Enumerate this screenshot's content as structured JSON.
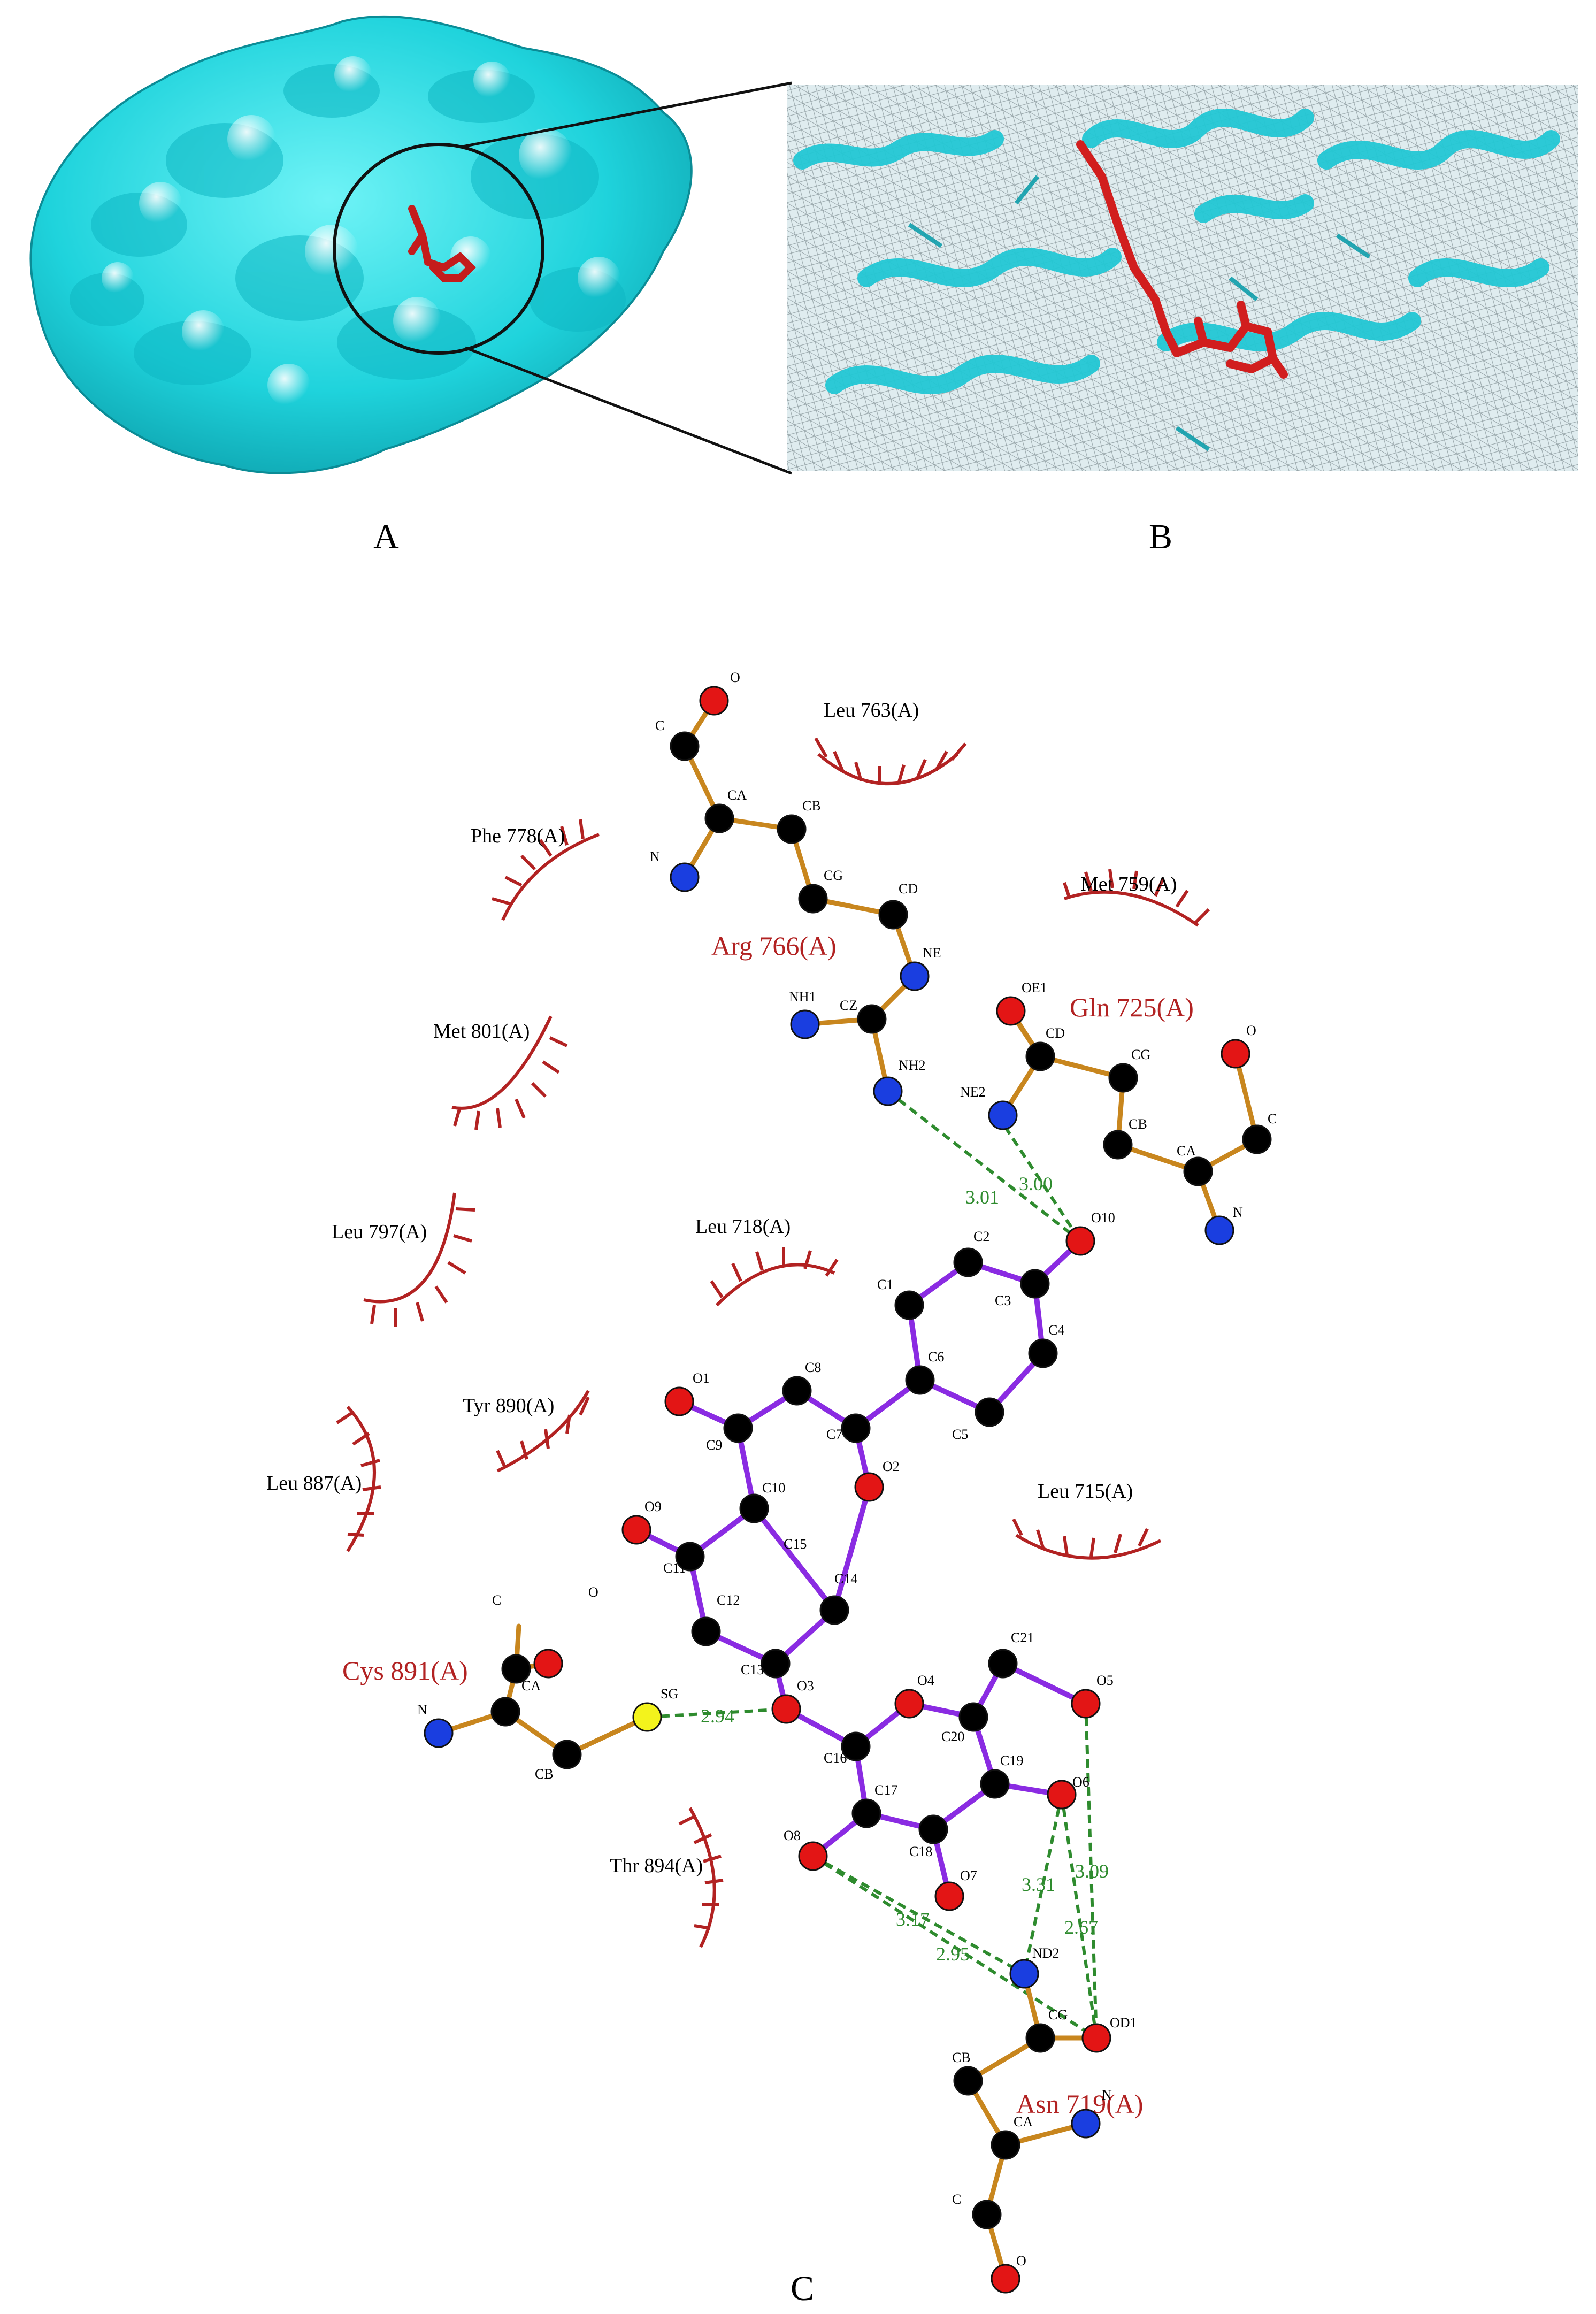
{
  "panels": {
    "a": "A",
    "b": "B",
    "c": "C"
  },
  "hydrophobic_residues": [
    "Leu 763(A)",
    "Phe 778(A)",
    "Met 759(A)",
    "Met 801(A)",
    "Leu 797(A)",
    "Leu 718(A)",
    "Tyr 890(A)",
    "Leu 887(A)",
    "Leu 715(A)",
    "Thr 894(A)"
  ],
  "bonded_residues": [
    "Arg 766(A)",
    "Gln 725(A)",
    "Cys 891(A)",
    "Asn 719(A)"
  ],
  "distances": [
    "3.01",
    "3.00",
    "2.94",
    "3.31",
    "3.09",
    "2.67",
    "3.17",
    "2.95"
  ],
  "atoms": {
    "arg": [
      "O",
      "C",
      "CA",
      "CB",
      "N",
      "CG",
      "CD",
      "NE",
      "NH1",
      "CZ",
      "NH2"
    ],
    "gln": [
      "OE1",
      "CD",
      "CG",
      "O",
      "C",
      "NE2",
      "CB",
      "CA",
      "N"
    ],
    "ligand": [
      "O10",
      "C2",
      "C1",
      "C3",
      "C4",
      "C6",
      "C5",
      "O1",
      "C8",
      "C9",
      "C7",
      "O2",
      "C10",
      "O9",
      "C15",
      "C11",
      "C14",
      "C12",
      "C13",
      "O3",
      "O4",
      "C21",
      "O5",
      "C16",
      "C20",
      "C19",
      "O6",
      "C17",
      "C18",
      "O8",
      "O7"
    ],
    "cys": [
      "C",
      "O",
      "CA",
      "N",
      "SG",
      "CB"
    ],
    "asn": [
      "ND2",
      "CG",
      "OD1",
      "CB",
      "CA",
      "N",
      "C",
      "O"
    ]
  },
  "colors": {
    "surface": "#1fd8e0",
    "ligand_3d": "#d42020",
    "residue_label": "#b22222",
    "hbond": "#2e8b2e",
    "bond_ligand": "#8a2be2",
    "bond_residue": "#c8861e",
    "oxygen": "#e31515",
    "nitrogen": "#1a3ee0",
    "sulfur": "#f3f31c",
    "carbon": "#000000"
  }
}
